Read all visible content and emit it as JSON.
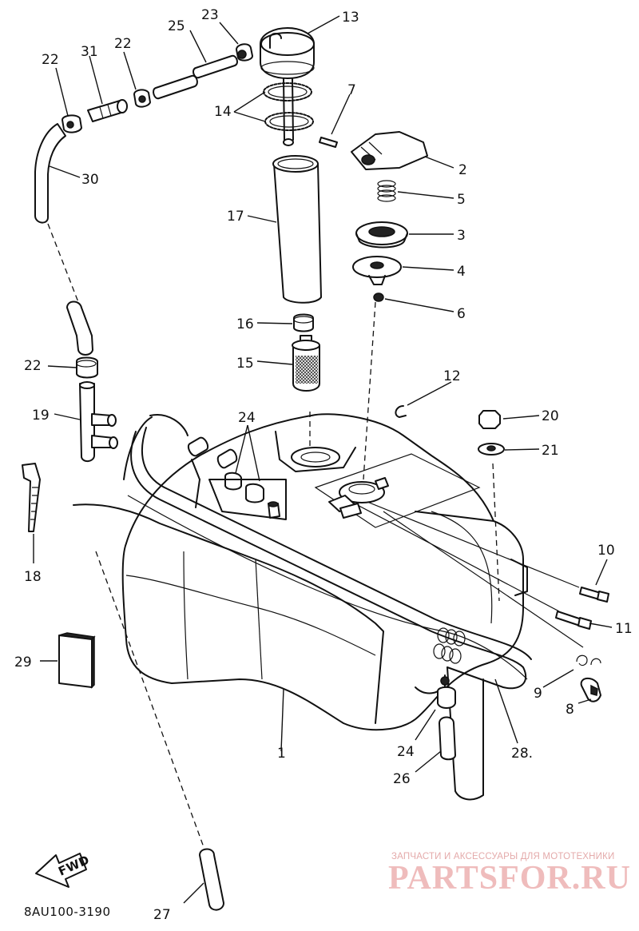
{
  "callouts": [
    {
      "id": "c1",
      "text": "1"
    },
    {
      "id": "c2",
      "text": "2"
    },
    {
      "id": "c3",
      "text": "3"
    },
    {
      "id": "c4",
      "text": "4"
    },
    {
      "id": "c5",
      "text": "5"
    },
    {
      "id": "c6",
      "text": "6"
    },
    {
      "id": "c7",
      "text": "7"
    },
    {
      "id": "c8",
      "text": "8"
    },
    {
      "id": "c9",
      "text": "9"
    },
    {
      "id": "c10",
      "text": "10"
    },
    {
      "id": "c11",
      "text": "11"
    },
    {
      "id": "c12",
      "text": "12"
    },
    {
      "id": "c13",
      "text": "13"
    },
    {
      "id": "c14",
      "text": "14"
    },
    {
      "id": "c15",
      "text": "15"
    },
    {
      "id": "c16",
      "text": "16"
    },
    {
      "id": "c17",
      "text": "17"
    },
    {
      "id": "c18",
      "text": "18"
    },
    {
      "id": "c19",
      "text": "19"
    },
    {
      "id": "c20",
      "text": "20"
    },
    {
      "id": "c21",
      "text": "21"
    },
    {
      "id": "c22a",
      "text": "22"
    },
    {
      "id": "c22b",
      "text": "22"
    },
    {
      "id": "c22c",
      "text": "22"
    },
    {
      "id": "c23",
      "text": "23"
    },
    {
      "id": "c24a",
      "text": "24"
    },
    {
      "id": "c24b",
      "text": "24"
    },
    {
      "id": "c25",
      "text": "25"
    },
    {
      "id": "c26",
      "text": "26"
    },
    {
      "id": "c27",
      "text": "27"
    },
    {
      "id": "c28",
      "text": "28."
    },
    {
      "id": "c29",
      "text": "29"
    },
    {
      "id": "c30",
      "text": "30"
    },
    {
      "id": "c31",
      "text": "31"
    }
  ],
  "diagram_code": "8AU100-3190",
  "fwd_label": "FWD",
  "watermark": {
    "tagline": "ЗАПЧАСТИ И АКСЕССУАРЫ ДЛЯ МОТОТЕХНИКИ",
    "logo": "PARTSFOR.RU",
    "color": "#efbcbc"
  }
}
